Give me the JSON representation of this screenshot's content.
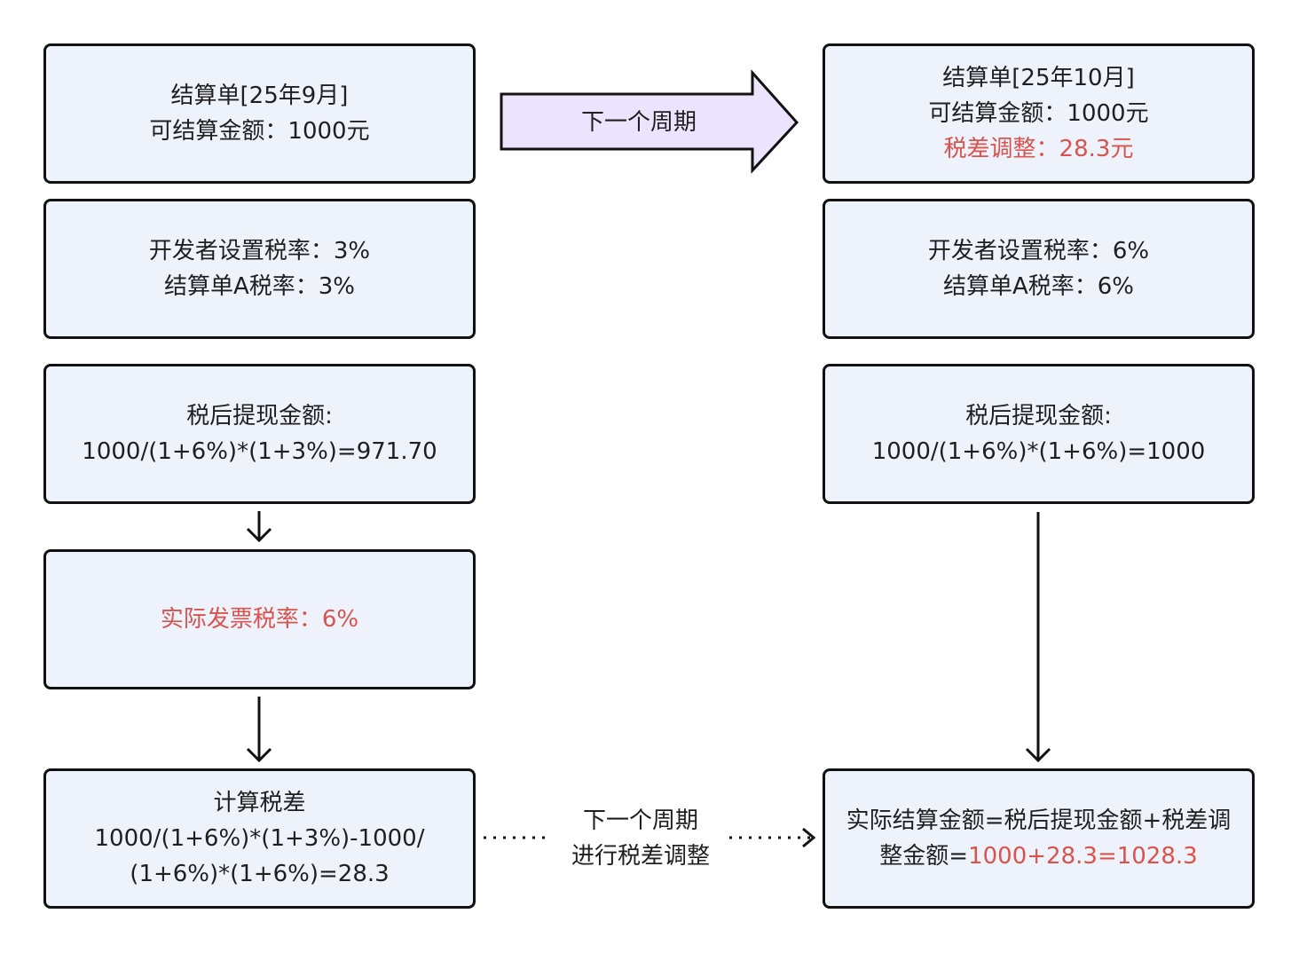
{
  "left": {
    "settlement": {
      "title": "结算单[25年9月]",
      "amount": "可结算金额：1000元"
    },
    "rates": {
      "dev_rate": "开发者设置税率：3%",
      "bill_rate": "结算单A税率：3%"
    },
    "after_tax": {
      "label": "税后提现金额:",
      "formula": "1000/(1+6%)*(1+3%)=971.70"
    },
    "invoice": {
      "text": "实际发票税率：6%"
    },
    "tax_diff": {
      "label": "计算税差",
      "formula_1": "1000/(1+6%)*(1+3%)-1000/",
      "formula_2": "(1+6%)*(1+6%)=28.3"
    }
  },
  "right": {
    "settlement": {
      "title": "结算单[25年10月]",
      "amount": "可结算金额：1000元",
      "adjust": "税差调整：28.3元"
    },
    "rates": {
      "dev_rate": "开发者设置税率：6%",
      "bill_rate": "结算单A税率：6%"
    },
    "after_tax": {
      "label": "税后提现金额:",
      "formula": "1000/(1+6%)*(1+6%)=1000"
    },
    "actual": {
      "line_1": "实际结算金额=税后提现金额+税差调",
      "line_2_prefix": "整金额=",
      "line_2_value": "1000+28.3=1028.3"
    }
  },
  "connectors": {
    "next_cycle": "下一个周期",
    "dotted_label_1": "下一个周期",
    "dotted_label_2": "进行税差调整"
  },
  "colors": {
    "box_fill": "#eef3fb",
    "border": "#111111",
    "highlight": "#d9534f",
    "big_arrow_fill": "#ece4ff"
  }
}
